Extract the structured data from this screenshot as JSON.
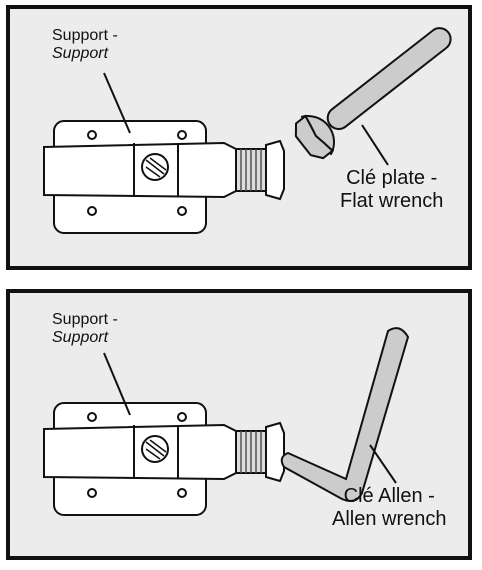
{
  "panels": [
    {
      "support_label_fr": "Support -",
      "support_label_en": "Support",
      "tool_label_fr": "Clé plate -",
      "tool_label_en": "Flat wrench",
      "tool_icon": "flat-wrench-icon"
    },
    {
      "support_label_fr": "Support -",
      "support_label_en": "Support",
      "tool_label_fr": "Clé Allen -",
      "tool_label_en": "Allen wrench",
      "tool_icon": "allen-wrench-icon"
    }
  ]
}
